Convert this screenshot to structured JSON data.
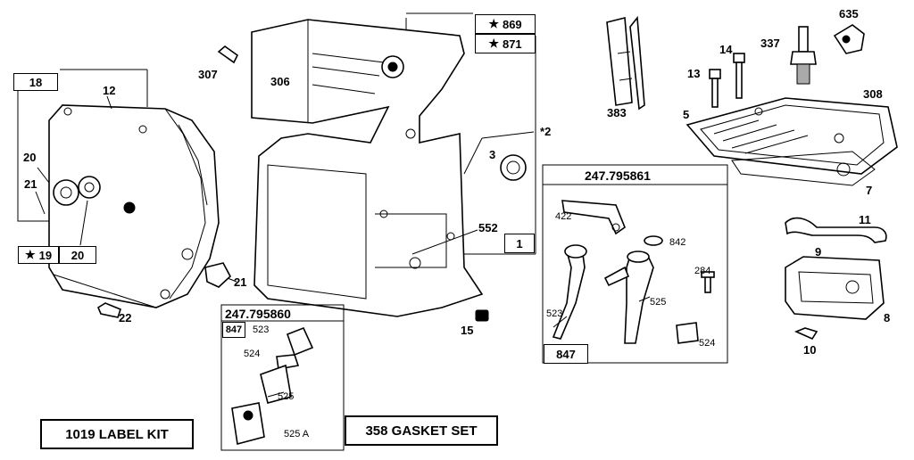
{
  "parts": {
    "p2": "2",
    "p3": "3",
    "p5": "5",
    "p7": "7",
    "p8": "8",
    "p9": "9",
    "p10": "10",
    "p11": "11",
    "p12": "12",
    "p13": "13",
    "p14": "14",
    "p15": "15",
    "p20a": "20",
    "p21a": "21",
    "p21b": "21",
    "p22": "22",
    "p306": "306",
    "p307": "307",
    "p308": "308",
    "p337": "337",
    "p383": "383",
    "p635": "635",
    "p552": "552",
    "p422": "422",
    "p842": "842",
    "p284": "284",
    "p525": "525",
    "p523": "523",
    "p524": "524",
    "k523": "523",
    "k524": "524",
    "k525": "525",
    "k525a": "525 A"
  },
  "boxes": {
    "b18": "18",
    "b19": "19",
    "b20": "20",
    "b869": "869",
    "b871": "871",
    "b1": "1",
    "b847a": "847",
    "b847b": "847"
  },
  "headers": {
    "dipstick_kit": "247.795861",
    "fill_kit": "247.795860"
  },
  "kits": {
    "label_kit": "1019 LABEL KIT",
    "gasket_set": "358 GASKET SET"
  },
  "symbols": {
    "star": "★"
  }
}
